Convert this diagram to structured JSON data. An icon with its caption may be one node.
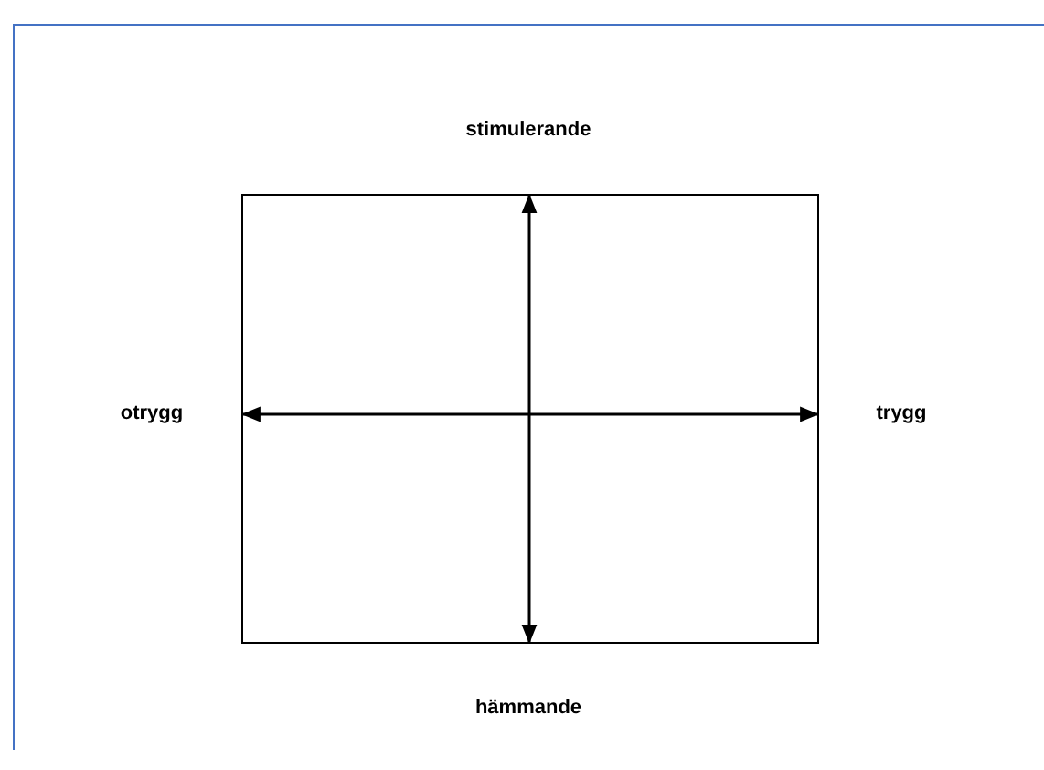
{
  "diagram": {
    "labels": [
      "stimulerande",
      "otrygg",
      "trygg",
      "hämmande"
    ]
  }
}
